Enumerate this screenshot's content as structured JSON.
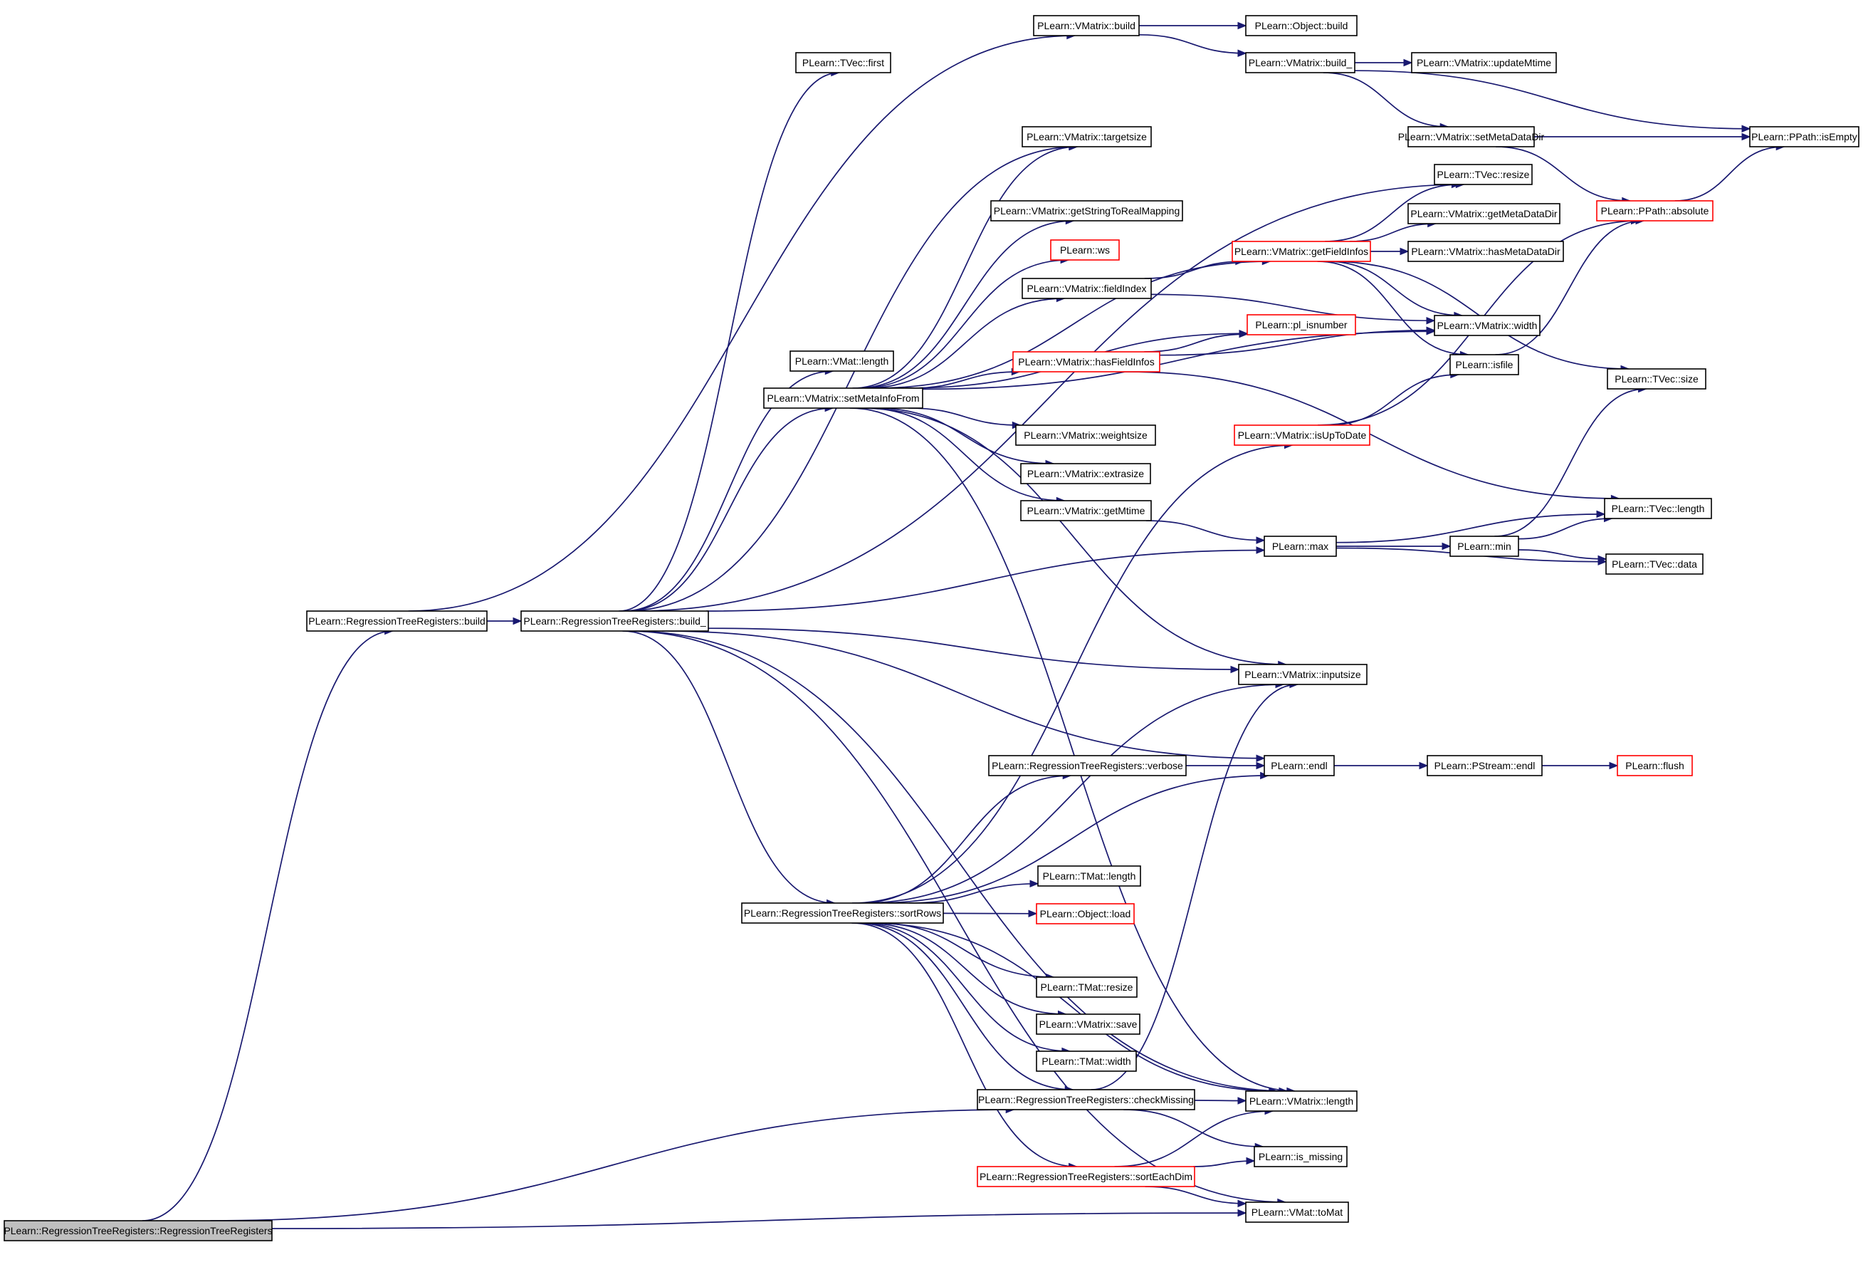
{
  "graph": {
    "colors": {
      "edge": "#191970",
      "normal_border": "#000000",
      "truncated_border": "#ff0000",
      "root_fill": "#bfbfbf",
      "fill": "#ffffff",
      "text": "#000000"
    },
    "nodes": [
      {
        "id": "root",
        "label": "PLearn::RegressionTreeRegisters::RegressionTreeRegisters",
        "style": "root"
      },
      {
        "id": "rtr_build",
        "label": "PLearn::RegressionTreeRegisters::build",
        "style": "normal"
      },
      {
        "id": "rtr_build_",
        "label": "PLearn::RegressionTreeRegisters::build_",
        "style": "normal"
      },
      {
        "id": "vm_build",
        "label": "PLearn::VMatrix::build",
        "style": "normal"
      },
      {
        "id": "obj_build",
        "label": "PLearn::Object::build",
        "style": "normal"
      },
      {
        "id": "vm_build_",
        "label": "PLearn::VMatrix::build_",
        "style": "normal"
      },
      {
        "id": "vm_updateMtime",
        "label": "PLearn::VMatrix::updateMtime",
        "style": "normal"
      },
      {
        "id": "tvec_first",
        "label": "PLearn::TVec::first",
        "style": "normal"
      },
      {
        "id": "vm_setMetaDataDir",
        "label": "PLearn::VMatrix::setMetaDataDir",
        "style": "normal"
      },
      {
        "id": "ppath_isEmpty",
        "label": "PLearn::PPath::isEmpty",
        "style": "normal"
      },
      {
        "id": "vm_targetsize",
        "label": "PLearn::VMatrix::targetsize",
        "style": "normal"
      },
      {
        "id": "tvec_resize",
        "label": "PLearn::TVec::resize",
        "style": "normal"
      },
      {
        "id": "vm_getStringToRealMapping",
        "label": "PLearn::VMatrix::getStringToRealMapping",
        "style": "normal"
      },
      {
        "id": "ppath_absolute",
        "label": "PLearn::PPath::absolute",
        "style": "truncated"
      },
      {
        "id": "vm_getMetaDataDir",
        "label": "PLearn::VMatrix::getMetaDataDir",
        "style": "normal"
      },
      {
        "id": "pl_ws",
        "label": "PLearn::ws",
        "style": "truncated"
      },
      {
        "id": "vm_getFieldInfos",
        "label": "PLearn::VMatrix::getFieldInfos",
        "style": "truncated"
      },
      {
        "id": "vm_hasMetaDataDir",
        "label": "PLearn::VMatrix::hasMetaDataDir",
        "style": "normal"
      },
      {
        "id": "vm_fieldIndex",
        "label": "PLearn::VMatrix::fieldIndex",
        "style": "normal"
      },
      {
        "id": "pl_isnumber",
        "label": "PLearn::pl_isnumber",
        "style": "truncated"
      },
      {
        "id": "vm_width",
        "label": "PLearn::VMatrix::width",
        "style": "normal"
      },
      {
        "id": "vmat_length",
        "label": "PLearn::VMat::length",
        "style": "normal"
      },
      {
        "id": "vm_hasFieldInfos",
        "label": "PLearn::VMatrix::hasFieldInfos",
        "style": "truncated"
      },
      {
        "id": "pl_isfile",
        "label": "PLearn::isfile",
        "style": "normal"
      },
      {
        "id": "vm_setMetaInfoFrom",
        "label": "PLearn::VMatrix::setMetaInfoFrom",
        "style": "normal"
      },
      {
        "id": "tvec_size",
        "label": "PLearn::TVec::size",
        "style": "normal"
      },
      {
        "id": "vm_weightsize",
        "label": "PLearn::VMatrix::weightsize",
        "style": "normal"
      },
      {
        "id": "vm_isUpToDate",
        "label": "PLearn::VMatrix::isUpToDate",
        "style": "truncated"
      },
      {
        "id": "vm_extrasize",
        "label": "PLearn::VMatrix::extrasize",
        "style": "normal"
      },
      {
        "id": "tvec_length",
        "label": "PLearn::TVec::length",
        "style": "normal"
      },
      {
        "id": "vm_getMtime",
        "label": "PLearn::VMatrix::getMtime",
        "style": "normal"
      },
      {
        "id": "pl_max",
        "label": "PLearn::max",
        "style": "normal"
      },
      {
        "id": "pl_min",
        "label": "PLearn::min",
        "style": "normal"
      },
      {
        "id": "tvec_data",
        "label": "PLearn::TVec::data",
        "style": "normal"
      },
      {
        "id": "vm_inputsize",
        "label": "PLearn::VMatrix::inputsize",
        "style": "normal"
      },
      {
        "id": "rtr_verbose",
        "label": "PLearn::RegressionTreeRegisters::verbose",
        "style": "normal"
      },
      {
        "id": "pl_endl",
        "label": "PLearn::endl",
        "style": "normal"
      },
      {
        "id": "pstream_endl",
        "label": "PLearn::PStream::endl",
        "style": "normal"
      },
      {
        "id": "pl_flush",
        "label": "PLearn::flush",
        "style": "truncated"
      },
      {
        "id": "tmat_length",
        "label": "PLearn::TMat::length",
        "style": "normal"
      },
      {
        "id": "rtr_sortRows",
        "label": "PLearn::RegressionTreeRegisters::sortRows",
        "style": "normal"
      },
      {
        "id": "obj_load",
        "label": "PLearn::Object::load",
        "style": "truncated"
      },
      {
        "id": "tmat_resize",
        "label": "PLearn::TMat::resize",
        "style": "normal"
      },
      {
        "id": "vm_save",
        "label": "PLearn::VMatrix::save",
        "style": "normal"
      },
      {
        "id": "tmat_width",
        "label": "PLearn::TMat::width",
        "style": "normal"
      },
      {
        "id": "rtr_checkMissing",
        "label": "PLearn::RegressionTreeRegisters::checkMissing",
        "style": "normal"
      },
      {
        "id": "vm_length",
        "label": "PLearn::VMatrix::length",
        "style": "normal"
      },
      {
        "id": "pl_is_missing",
        "label": "PLearn::is_missing",
        "style": "normal"
      },
      {
        "id": "rtr_sortEachDim",
        "label": "PLearn::RegressionTreeRegisters::sortEachDim",
        "style": "truncated"
      },
      {
        "id": "vmat_toMat",
        "label": "PLearn::VMat::toMat",
        "style": "normal"
      }
    ],
    "edges": [
      [
        "root",
        "rtr_build"
      ],
      [
        "root",
        "rtr_checkMissing"
      ],
      [
        "root",
        "vmat_toMat"
      ],
      [
        "rtr_build",
        "vm_build"
      ],
      [
        "rtr_build",
        "rtr_build_"
      ],
      [
        "vm_build",
        "obj_build"
      ],
      [
        "vm_build",
        "vm_build_"
      ],
      [
        "vm_build_",
        "vm_updateMtime"
      ],
      [
        "vm_build_",
        "ppath_isEmpty"
      ],
      [
        "vm_build_",
        "vm_setMetaDataDir"
      ],
      [
        "vm_setMetaDataDir",
        "ppath_isEmpty"
      ],
      [
        "vm_setMetaDataDir",
        "ppath_absolute"
      ],
      [
        "ppath_absolute",
        "ppath_isEmpty"
      ],
      [
        "rtr_build_",
        "tvec_first"
      ],
      [
        "rtr_build_",
        "vm_targetsize"
      ],
      [
        "rtr_build_",
        "tvec_resize"
      ],
      [
        "rtr_build_",
        "vmat_length"
      ],
      [
        "rtr_build_",
        "vm_setMetaInfoFrom"
      ],
      [
        "rtr_build_",
        "pl_max"
      ],
      [
        "rtr_build_",
        "vm_inputsize"
      ],
      [
        "rtr_build_",
        "pl_endl"
      ],
      [
        "rtr_build_",
        "rtr_sortRows"
      ],
      [
        "rtr_build_",
        "vm_length"
      ],
      [
        "rtr_build_",
        "vmat_toMat"
      ],
      [
        "vm_setMetaInfoFrom",
        "vm_targetsize"
      ],
      [
        "vm_setMetaInfoFrom",
        "vm_getStringToRealMapping"
      ],
      [
        "vm_setMetaInfoFrom",
        "pl_ws"
      ],
      [
        "vm_setMetaInfoFrom",
        "vm_getFieldInfos"
      ],
      [
        "vm_setMetaInfoFrom",
        "vm_fieldIndex"
      ],
      [
        "vm_setMetaInfoFrom",
        "pl_isnumber"
      ],
      [
        "vm_setMetaInfoFrom",
        "vm_hasFieldInfos"
      ],
      [
        "vm_setMetaInfoFrom",
        "vm_width"
      ],
      [
        "vm_setMetaInfoFrom",
        "vm_weightsize"
      ],
      [
        "vm_setMetaInfoFrom",
        "vm_extrasize"
      ],
      [
        "vm_setMetaInfoFrom",
        "vm_getMtime"
      ],
      [
        "vm_setMetaInfoFrom",
        "vm_inputsize"
      ],
      [
        "vm_setMetaInfoFrom",
        "vm_length"
      ],
      [
        "vm_getFieldInfos",
        "tvec_resize"
      ],
      [
        "vm_getFieldInfos",
        "vm_getMetaDataDir"
      ],
      [
        "vm_getFieldInfos",
        "vm_hasMetaDataDir"
      ],
      [
        "vm_getFieldInfos",
        "vm_width"
      ],
      [
        "vm_getFieldInfos",
        "pl_isfile"
      ],
      [
        "vm_getFieldInfos",
        "tvec_size"
      ],
      [
        "vm_fieldIndex",
        "vm_getFieldInfos"
      ],
      [
        "vm_fieldIndex",
        "vm_width"
      ],
      [
        "vm_hasFieldInfos",
        "pl_isnumber"
      ],
      [
        "vm_hasFieldInfos",
        "vm_width"
      ],
      [
        "vm_hasFieldInfos",
        "tvec_length"
      ],
      [
        "pl_isfile",
        "ppath_absolute"
      ],
      [
        "vm_isUpToDate",
        "pl_isfile"
      ],
      [
        "vm_isUpToDate",
        "ppath_absolute"
      ],
      [
        "vm_getMtime",
        "pl_max"
      ],
      [
        "pl_max",
        "tvec_length"
      ],
      [
        "pl_max",
        "pl_min"
      ],
      [
        "pl_max",
        "tvec_data"
      ],
      [
        "pl_min",
        "tvec_size"
      ],
      [
        "pl_min",
        "tvec_length"
      ],
      [
        "pl_min",
        "tvec_data"
      ],
      [
        "rtr_verbose",
        "pl_endl"
      ],
      [
        "pl_endl",
        "pstream_endl"
      ],
      [
        "pstream_endl",
        "pl_flush"
      ],
      [
        "rtr_sortRows",
        "vm_isUpToDate"
      ],
      [
        "rtr_sortRows",
        "vm_inputsize"
      ],
      [
        "rtr_sortRows",
        "rtr_verbose"
      ],
      [
        "rtr_sortRows",
        "pl_endl"
      ],
      [
        "rtr_sortRows",
        "tmat_length"
      ],
      [
        "rtr_sortRows",
        "obj_load"
      ],
      [
        "rtr_sortRows",
        "vm_length"
      ],
      [
        "rtr_sortRows",
        "tmat_resize"
      ],
      [
        "rtr_sortRows",
        "vm_save"
      ],
      [
        "rtr_sortRows",
        "tmat_width"
      ],
      [
        "rtr_sortRows",
        "rtr_checkMissing"
      ],
      [
        "rtr_sortRows",
        "rtr_sortEachDim"
      ],
      [
        "rtr_checkMissing",
        "vm_inputsize"
      ],
      [
        "rtr_checkMissing",
        "vm_length"
      ],
      [
        "rtr_checkMissing",
        "pl_is_missing"
      ],
      [
        "rtr_sortEachDim",
        "vm_length"
      ],
      [
        "rtr_sortEachDim",
        "pl_is_missing"
      ],
      [
        "rtr_sortEachDim",
        "vmat_toMat"
      ]
    ]
  }
}
